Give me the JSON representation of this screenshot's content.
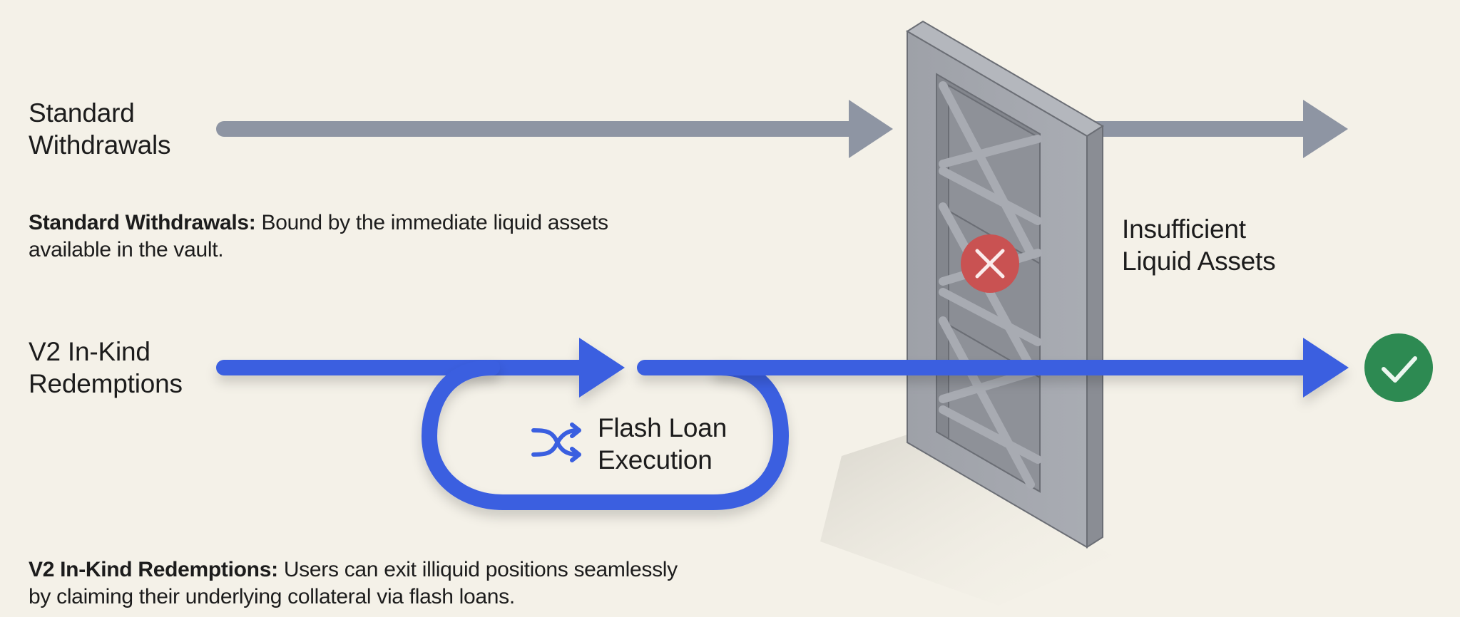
{
  "diagram": {
    "title": "Standard Withdrawals vs V2 In-Kind Redemptions",
    "colors": {
      "background": "#f4f1e8",
      "standard_arrow": "#8e95a3",
      "v2_arrow": "#3a5fe0",
      "wall": "#9a9da4",
      "fail_badge": "#c95252",
      "success_badge": "#2d8a52"
    },
    "flows": {
      "standard": {
        "label_line1": "Standard",
        "label_line2": "Withdrawals",
        "outcome_icon": "x-circle-icon",
        "outcome_label_line1": "Insufficient",
        "outcome_label_line2": "Liquid Assets"
      },
      "v2": {
        "label_line1": "V2 In-Kind",
        "label_line2": "Redemptions",
        "loop_icon": "shuffle-icon",
        "loop_label_line1": "Flash Loan",
        "loop_label_line2": "Execution",
        "outcome_icon": "check-circle-icon"
      }
    },
    "barrier": {
      "name": "liquidity-wall"
    },
    "descriptions": {
      "standard": {
        "term": "Standard Withdrawals:",
        "text": " Bound by the immediate liquid assets",
        "text2": "available in the vault."
      },
      "v2": {
        "term": "V2 In-Kind Redemptions:",
        "text": " Users can exit illiquid positions seamlessly",
        "text2": "by claiming their underlying collateral via flash loans."
      }
    }
  }
}
